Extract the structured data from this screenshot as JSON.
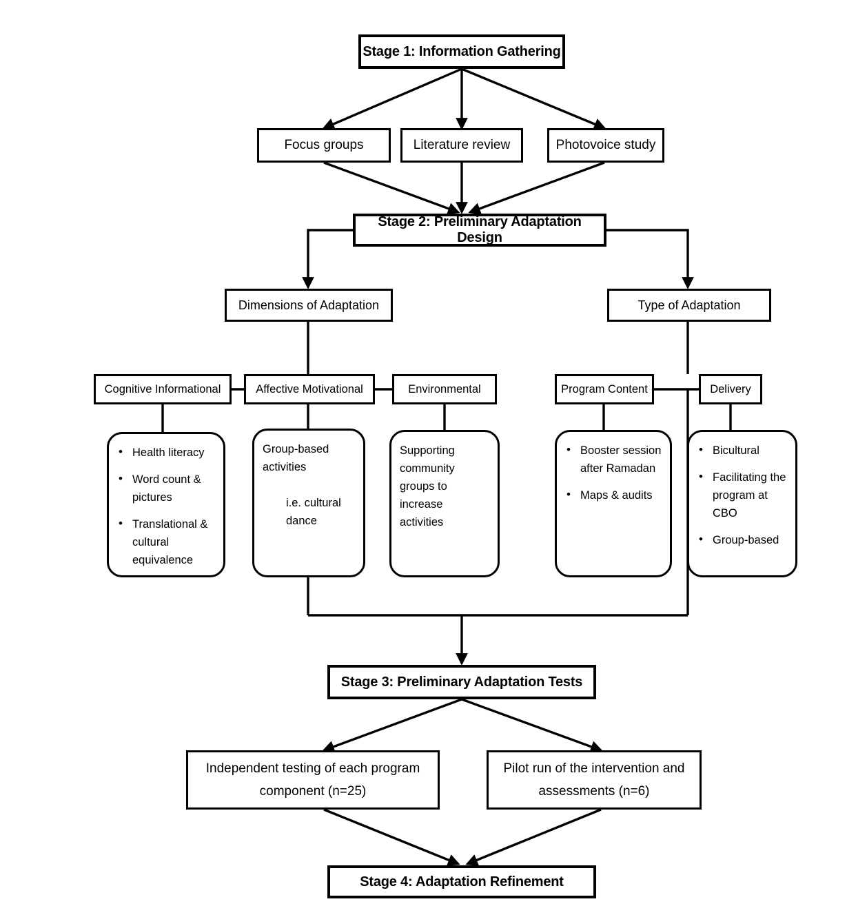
{
  "diagram": {
    "title": "Cultural adaptation process flowchart",
    "stroke_color": "#000000",
    "background_color": "#ffffff"
  },
  "stages": {
    "stage1": "Stage 1: Information Gathering",
    "stage2": "Stage 2: Preliminary Adaptation Design",
    "stage3": "Stage 3: Preliminary Adaptation Tests",
    "stage4": "Stage 4: Adaptation Refinement"
  },
  "stage1_sources": [
    {
      "label": "Focus groups"
    },
    {
      "label": "Literature review"
    },
    {
      "label": "Photovoice study"
    }
  ],
  "stage2_branches": [
    {
      "label": "Dimensions of Adaptation"
    },
    {
      "label": "Type of Adaptation"
    }
  ],
  "dimension_categories": [
    {
      "label": "Cognitive Informational"
    },
    {
      "label": "Affective Motivational"
    },
    {
      "label": "Environmental"
    }
  ],
  "type_categories": [
    {
      "label": "Program Content"
    },
    {
      "label": "Delivery"
    }
  ],
  "details": {
    "cognitive_informational": {
      "style": "bullets",
      "items": [
        "Health literacy",
        "Word count & pictures",
        "Translational & cultural equivalence"
      ]
    },
    "affective_motivational": {
      "style": "lines",
      "lines": [
        "Group-based",
        "activities"
      ],
      "indented_lines": [
        "i.e. cultural",
        "dance"
      ]
    },
    "environmental": {
      "style": "lines",
      "lines": [
        "Supporting",
        "community",
        "groups to",
        "increase",
        "activities"
      ]
    },
    "program_content": {
      "style": "bullets",
      "items": [
        "Booster session after Ramadan",
        "Maps & audits"
      ]
    },
    "delivery": {
      "style": "bullets",
      "items": [
        "Bicultural",
        "Facilitating the program at CBO",
        "Group-based"
      ]
    }
  },
  "stage3_tests": [
    {
      "line1": "Independent testing of each program",
      "line2": "component (n=25)"
    },
    {
      "line1": "Pilot run of the intervention and",
      "line2": "assessments (n=6)"
    }
  ]
}
